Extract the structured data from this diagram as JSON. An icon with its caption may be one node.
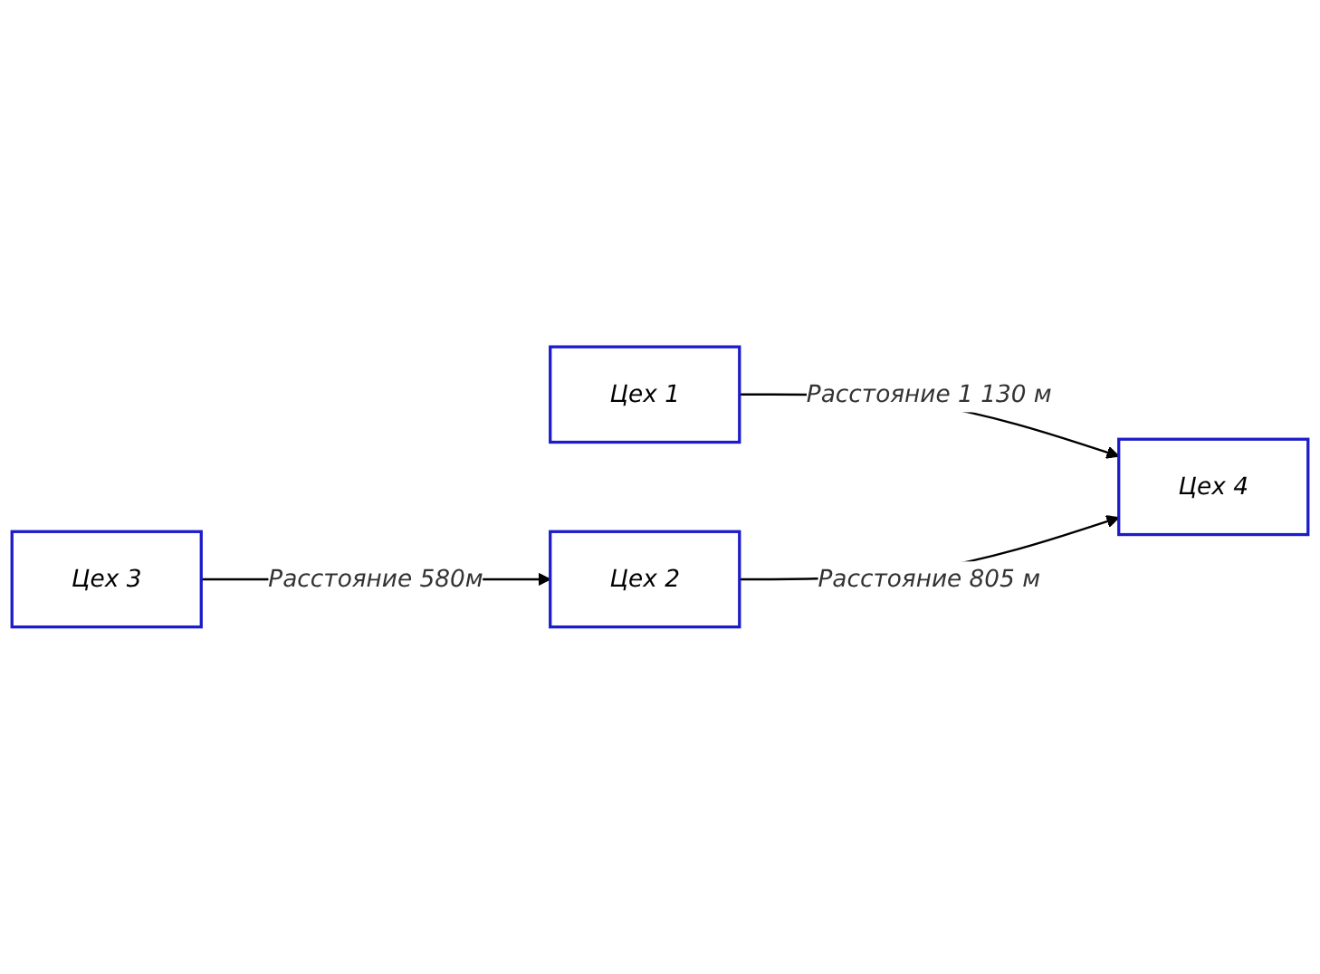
{
  "diagram": {
    "nodes": [
      {
        "text": [
          "Цех 1"
        ]
      },
      {
        "text": [
          "Цех 2"
        ]
      },
      {
        "text": [
          "Цех 3"
        ]
      },
      {
        "text": [
          "Цех 4"
        ]
      }
    ],
    "edges": [
      {
        "from": 0,
        "to": 3,
        "arrow": "to",
        "label": "Расстояние 1 130 м"
      },
      {
        "from": 1,
        "to": 3,
        "arrow": "to",
        "label": "Расстояние 805 м"
      },
      {
        "from": 2,
        "to": 1,
        "arrow": "to",
        "label": "Расстояние 580м"
      }
    ]
  }
}
